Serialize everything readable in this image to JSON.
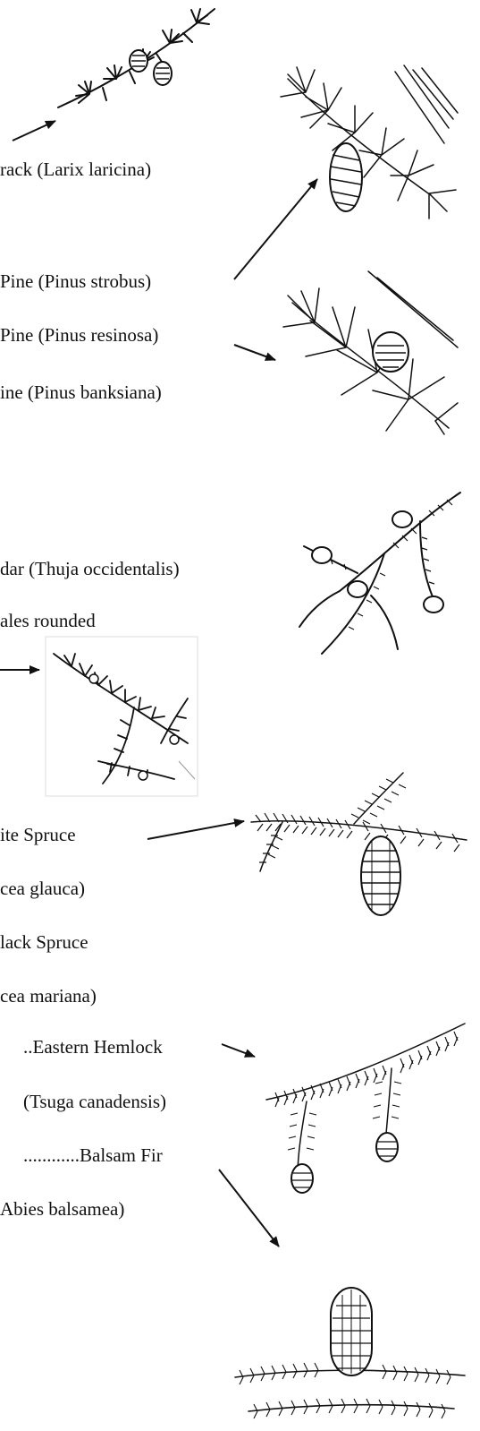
{
  "labels": {
    "larch": "rack (Larix laricina)",
    "white_pine": "Pine (Pinus strobus)",
    "red_pine": "Pine (Pinus resinosa)",
    "jack_pine": "ine (Pinus banksiana)",
    "cedar": "dar (Thuja occidentalis)",
    "cedar_note": "ales rounded",
    "white_spruce": "ite Spruce",
    "white_spruce_latin": "cea glauca)",
    "black_spruce": "lack Spruce",
    "black_spruce_latin": "cea mariana)",
    "hemlock": "..Eastern Hemlock",
    "hemlock_latin": "(Tsuga canadensis)",
    "balsam_fir": "............Balsam Fir",
    "balsam_fir_latin": "Abies balsamea)"
  },
  "colors": {
    "ink": "#111111",
    "background": "#ffffff"
  },
  "illustrations": [
    "larch-sprig-icon",
    "white-pine-sprig-icon",
    "red-pine-sprig-icon",
    "cedar-sprig-icon",
    "juniper-sprig-icon",
    "spruce-sprig-icon",
    "hemlock-sprig-icon",
    "balsam-fir-sprig-icon"
  ]
}
